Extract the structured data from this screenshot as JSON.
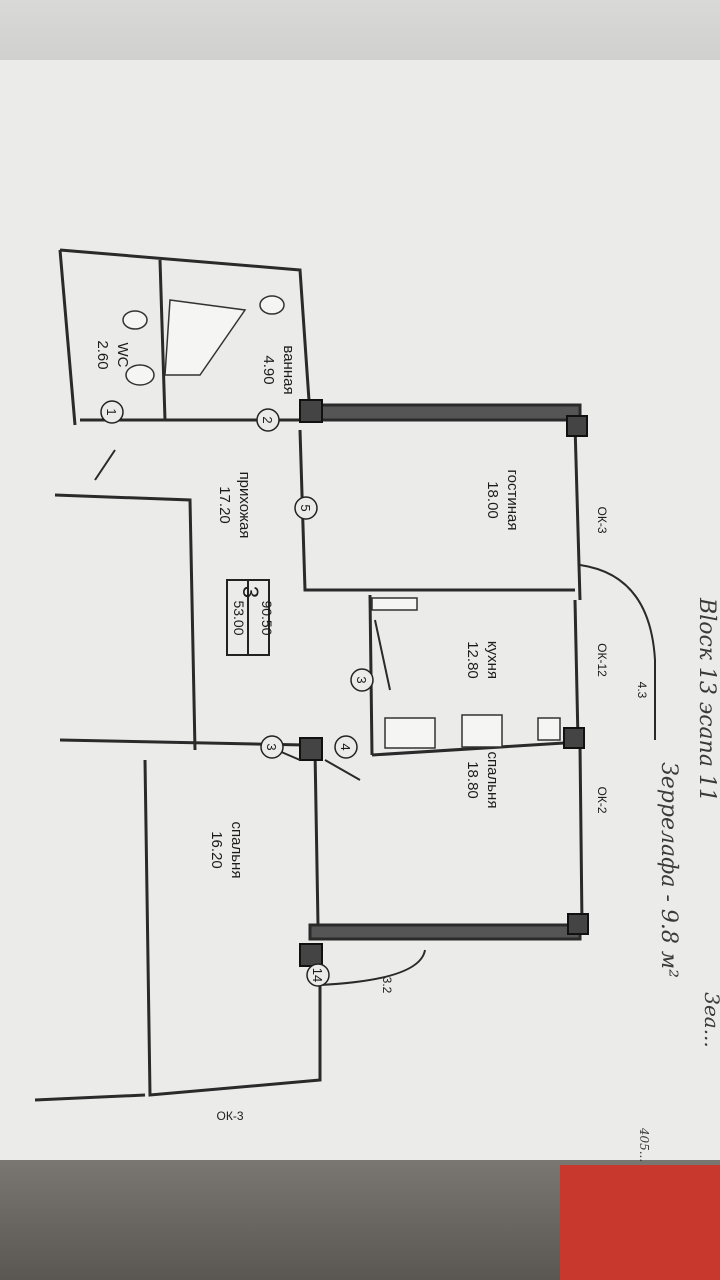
{
  "rooms": [
    {
      "name": "WC",
      "area": "2.60"
    },
    {
      "name": "ванная",
      "area": "4.90"
    },
    {
      "name": "прихожая",
      "area": "17.20"
    },
    {
      "name": "гостиная",
      "area": "18.00"
    },
    {
      "name": "кухня",
      "area": "12.80"
    },
    {
      "name": "спальня",
      "area": "18.80"
    },
    {
      "name": "спальня",
      "area": "16.20"
    }
  ],
  "room_numbers": [
    "1",
    "2",
    "5",
    "3",
    "4",
    "3",
    "14"
  ],
  "windows": [
    "ОК-3",
    "ОК-12",
    "ОК-2",
    "ОК-3"
  ],
  "dimensions": [
    "4.3",
    "3.2"
  ],
  "apartment": {
    "rooms_count": "3",
    "total_area": "90.50",
    "living_area": "53.00"
  },
  "handwritten": {
    "line1": "Вlocк 13 эcапа 11",
    "line2": "3ea...",
    "line3": "Зеррелафа - 9.8 м²",
    "line4": "405..."
  },
  "colors": {
    "paper": "#ebebea",
    "ink": "#1c1c1c",
    "handwriting": "#3a3a3a"
  }
}
